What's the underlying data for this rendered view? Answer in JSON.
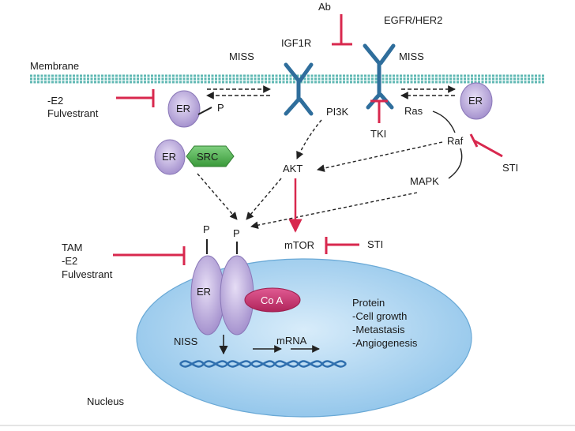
{
  "labels": {
    "membrane": "Membrane",
    "igf1r": "IGF1R",
    "egfr": "EGFR/HER2",
    "miss_left": "MISS",
    "miss_right": "MISS",
    "ab": "Ab",
    "e2_fulvestrant_line1": "-E2",
    "e2_fulvestrant_line2": "Fulvestrant",
    "er_membrane_left": "ER",
    "phospho_membrane": "P",
    "pi3k": "PI3K",
    "tki": "TKI",
    "ras": "Ras",
    "raf": "Raf",
    "er_membrane_right": "ER",
    "sti_raf": "STI",
    "er_src": "ER",
    "src": "SRC",
    "akt": "AKT",
    "mapk": "MAPK",
    "phospho_left": "P",
    "phospho_right": "P",
    "mtor": "mTOR",
    "sti_mtor": "STI",
    "tam_line1": "TAM",
    "tam_line2": "-E2",
    "tam_line3": "Fulvestrant",
    "er_nuclear": "ER",
    "coa": "Co A",
    "protein_title": "Protein",
    "protein_item1": "-Cell growth",
    "protein_item2": "-Metastasis",
    "protein_item3": "-Angiogenesis",
    "niss": "NISS",
    "mrna": "mRNA",
    "nucleus": "Nucleus"
  },
  "colors": {
    "membrane": "#5fb8b3",
    "receptor": "#2f6e9c",
    "inhibitor": "#d8284e",
    "er_fill": "#b8a6d8",
    "src_fill": "#4caf50",
    "coa_fill": "#c8306e",
    "nucleus_fill": "#a9d3ef",
    "dna": "#2f6fae"
  }
}
